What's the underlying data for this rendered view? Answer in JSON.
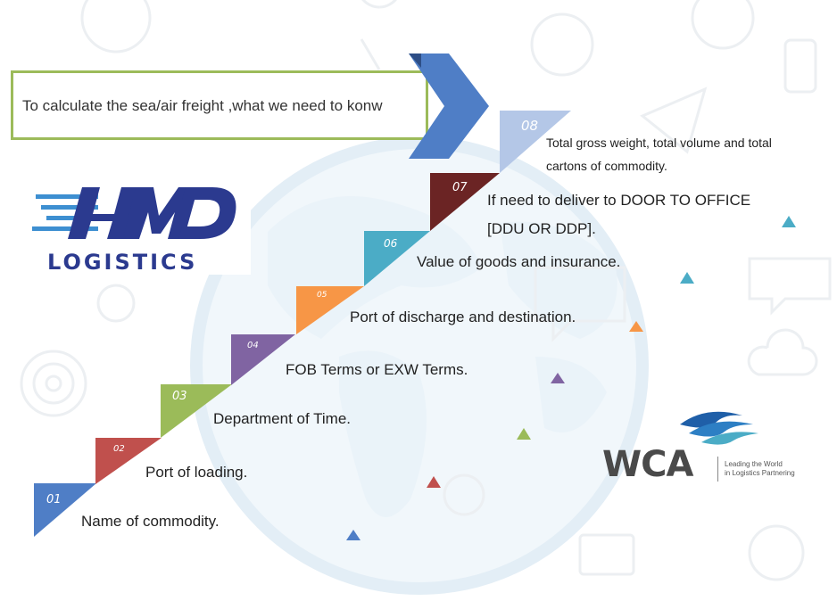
{
  "banner": {
    "text": "To  calculate the sea/air freight ,what we need to konw"
  },
  "steps": [
    {
      "num": "01",
      "label": "Name of commodity.",
      "color": "#4f7ec6"
    },
    {
      "num": "02",
      "label": "Port of loading.",
      "color": "#c0504d"
    },
    {
      "num": "03",
      "label": "Department of Time.",
      "color": "#9bbb59"
    },
    {
      "num": "04",
      "label": "FOB Terms or EXW Terms.",
      "color": "#8064a2"
    },
    {
      "num": "05",
      "label": "Port of discharge and destination.",
      "color": "#f79646"
    },
    {
      "num": "06",
      "label": "Value of goods and insurance.",
      "color": "#4bacc6"
    },
    {
      "num": "07",
      "label_line1": "If need to deliver to DOOR TO OFFICE",
      "label_line2": "[DDU OR DDP].",
      "color": "#6b2424"
    },
    {
      "num": "08",
      "label_line1": "Total gross weight, total volume and total",
      "label_line2": "cartons of commodity.",
      "color": "#b4c7e7"
    }
  ],
  "logos": {
    "hmd": {
      "word": "LOGISTICS",
      "color": "#2b3a8f",
      "accent": "#3d8fd1"
    },
    "wca": {
      "word": "WCA",
      "tagline_line1": "Leading the World",
      "tagline_line2": "in Logistics Partnering",
      "color": "#1f5fa8"
    }
  },
  "colors": {
    "banner_border": "#9cbb5a",
    "chevron": "#4f7ec6",
    "chevron_dark": "#2d4e86"
  }
}
